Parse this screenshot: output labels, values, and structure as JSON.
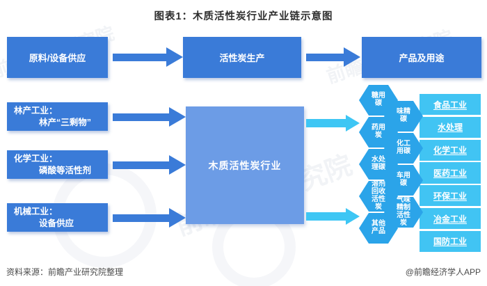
{
  "title": "图表1：木质活性炭行业产业链示意图",
  "top_row": {
    "supply": "原料/设备供应",
    "production": "活性炭生产",
    "products": "产品及用途"
  },
  "suppliers": [
    {
      "line1": "林产工业：",
      "line2": "林产“三剩物”"
    },
    {
      "line1": "化学工业：",
      "line2": "磷酸等活性剂"
    },
    {
      "line1": "机械工业：",
      "line2": "设备供应"
    }
  ],
  "center_box": "木质活性炭行业",
  "hexagons": [
    "糖用\n碳",
    "药用\n炭",
    "水处\n理碳",
    "溶剂\n回收\n活性\n炭",
    "其他\n产品",
    "味精\n碳",
    "化工\n用碳",
    "车用\n碳",
    "气味\n精制\n活性\n炭"
  ],
  "industries": [
    "食品工业",
    "水处理",
    "化学工业",
    "医药工业",
    "环保工业",
    "冶金工业",
    "国防工业"
  ],
  "footer": {
    "source": "资料来源：前瞻产业研究院整理",
    "credit": "@前瞻经济学人APP"
  },
  "watermark": {
    "text": "前瞻产业研究院"
  },
  "colors": {
    "primary_blue": "#3a7bd8",
    "center_blue": "#6c9ce6",
    "hexagon_blue": "#2ba4e9",
    "industry_cyan": "#41c4f3",
    "arrow_cyan": "#3ec6f4"
  }
}
